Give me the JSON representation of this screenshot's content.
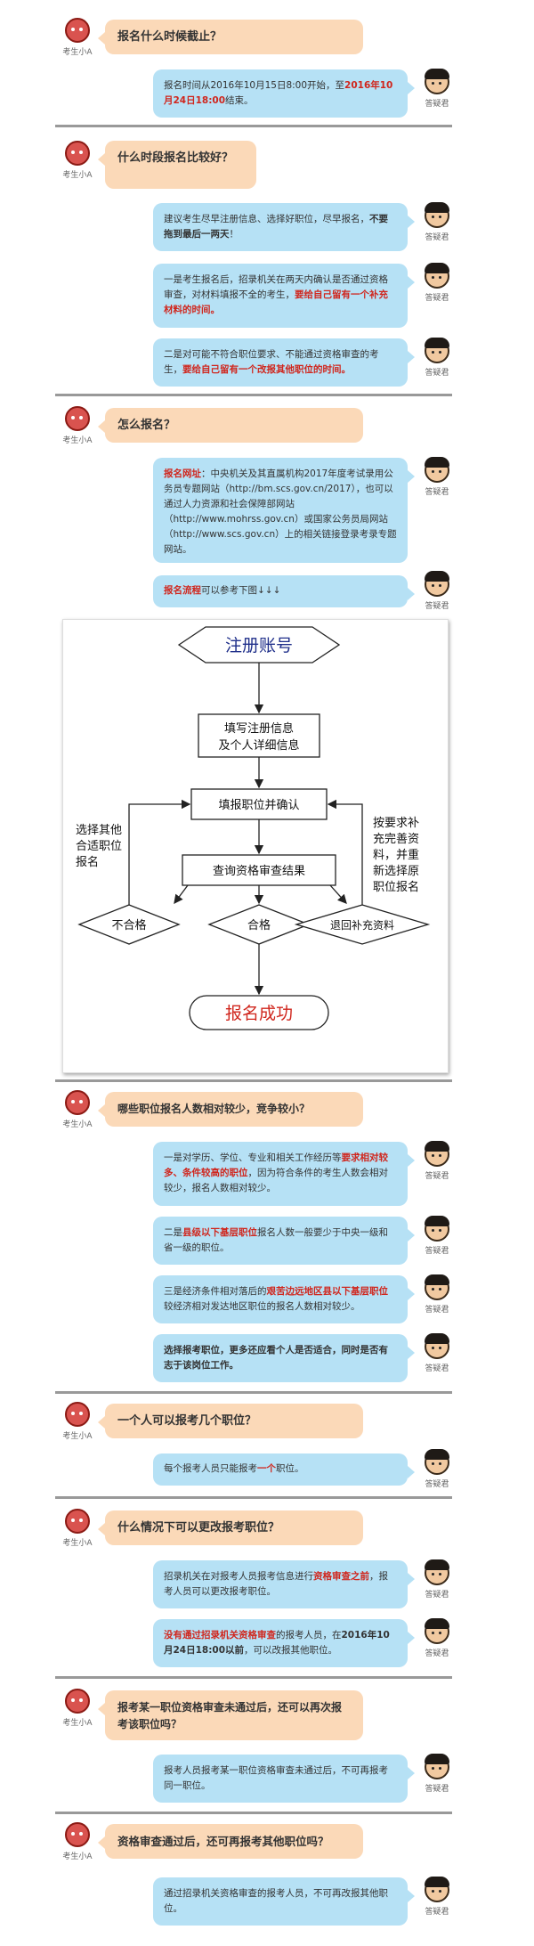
{
  "labels": {
    "asker": "考生小A",
    "answerer": "答疑君"
  },
  "q1": {
    "question": "报名什么时候截止？",
    "a1": [
      "报名时间从2016年10月15日8:00开始，至",
      "2016年10月24日18:00",
      "结束。"
    ]
  },
  "q2": {
    "question": "什么时段报名比较好？",
    "a1": [
      "建议考生尽早注册信息、选择好职位，尽早报名，",
      "不要拖到最后一两天",
      "！"
    ],
    "a2": [
      "一是考生报名后，招录机关在两天内确认是否通过资格审查，对材料填报不全的考生，",
      "要给自己留有一个补充材料的时间。"
    ],
    "a3": [
      "二是对可能不符合职位要求、不能通过资格审查的考生，",
      "要给自己留有一个改报其他职位的时间。"
    ]
  },
  "q3": {
    "question": "怎么报名？",
    "a1": [
      "报名网址",
      "：中央机关及其直属机构2017年度考试录用公务员专题网站（http://bm.scs.gov.cn/2017），也可以通过人力资源和社会保障部网站（http://www.mohrss.gov.cn）或国家公务员局网站（http://www.scs.gov.cn）上的相关链接登录考录专题网站。"
    ],
    "a2": [
      "报名流程",
      "可以参考下图↓↓↓"
    ]
  },
  "flow": {
    "register": "注册账号",
    "fill_info_1": "填写注册信息",
    "fill_info_2": "及个人详细信息",
    "apply_confirm": "填报职位并确认",
    "check_result": "查询资格审查结果",
    "fail": "不合格",
    "pass": "合格",
    "return_supplement": "退回补充资料",
    "left_note": [
      "选择其他",
      "合适职位",
      "报名"
    ],
    "right_note": [
      "按要求补",
      "充完善资",
      "料，并重",
      "新选择原",
      "职位报名"
    ],
    "success": "报名成功"
  },
  "q4": {
    "question": "哪些职位报名人数相对较少，竞争较小？",
    "a1": [
      "一是对学历、学位、专业和相关工作经历等",
      "要求相对较多、条件较高的职位",
      "，因为符合条件的考生人数会相对较少，报名人数相对较少。"
    ],
    "a2": [
      "二是",
      "县级以下基层职位",
      "报名人数一般要少于中央一级和省一级的职位。"
    ],
    "a3": [
      "三是经济条件相对落后的",
      "艰苦边远地区县以下基层职位",
      "较经济相对发达地区职位的报名人数相对较少。"
    ],
    "a4": [
      "选择报考职位，更多还应看个人是否适合，同时是否有志于该岗位工作。"
    ]
  },
  "q5": {
    "question": "一个人可以报考几个职位？",
    "a1": [
      "每个报考人员只能报考",
      "一个",
      "职位。"
    ]
  },
  "q6": {
    "question": "什么情况下可以更改报考职位？",
    "a1": [
      "招录机关在对报考人员报考信息进行",
      "资格审查之前",
      "，报考人员可以更改报考职位。"
    ],
    "a2": [
      "没有通过招录机关资格审查",
      "的报考人员，在",
      "2016年10月24日18:00以前",
      "，可以改报其他职位。"
    ]
  },
  "q7": {
    "question": "报考某一职位资格审查未通过后，还可以再次报考该职位吗？",
    "a1": [
      "报考人员报考某一职位资格审查未通过后，不可再报考同一职位。"
    ]
  },
  "q8": {
    "question": "资格审查通过后，还可再报考其他职位吗？",
    "a1": [
      "通过招录机关资格审查的报考人员，不可再改报其他职位。"
    ]
  }
}
